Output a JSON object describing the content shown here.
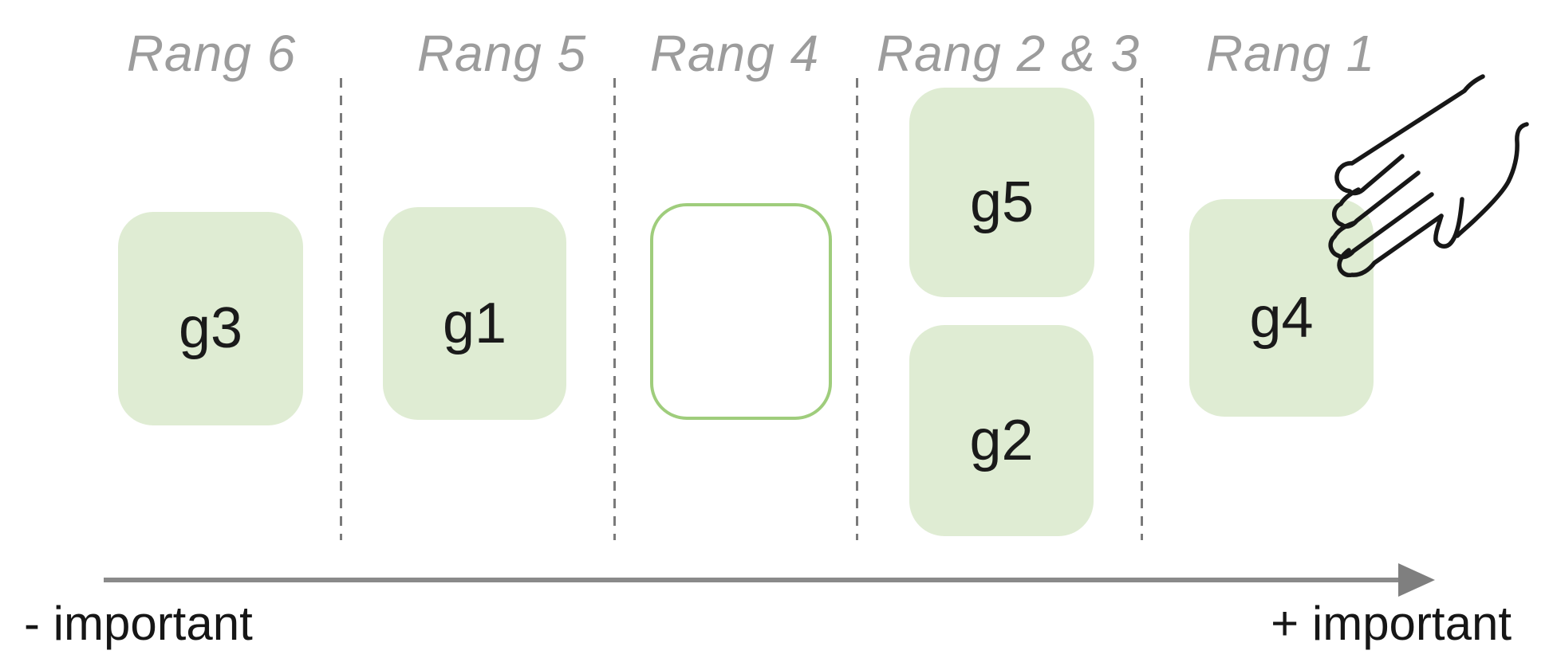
{
  "diagram": {
    "description_labels": {
      "axis_less": "- important",
      "axis_more": "+ important"
    },
    "columns": [
      {
        "rank": "Rang 6",
        "cards": [
          "g3"
        ],
        "empty_slot": false
      },
      {
        "rank": "Rang 5",
        "cards": [
          "g1"
        ],
        "empty_slot": false
      },
      {
        "rank": "Rang 4",
        "cards": [],
        "empty_slot": true
      },
      {
        "rank": "Rang 2 & 3",
        "cards": [
          "g5",
          "g2"
        ],
        "empty_slot": false
      },
      {
        "rank": "Rang 1",
        "cards": [
          "g4"
        ],
        "empty_slot": false
      }
    ],
    "colors": {
      "card_fill": "#dfecd3",
      "empty_slot_border": "#9fcd7c",
      "header_text": "#9c9c9c",
      "separator": "#7a7a7a",
      "axis_arrow": "#8a8a8a",
      "card_text": "#1a1a1a"
    },
    "icons": {
      "cursor": "sketched-hand-icon"
    }
  }
}
